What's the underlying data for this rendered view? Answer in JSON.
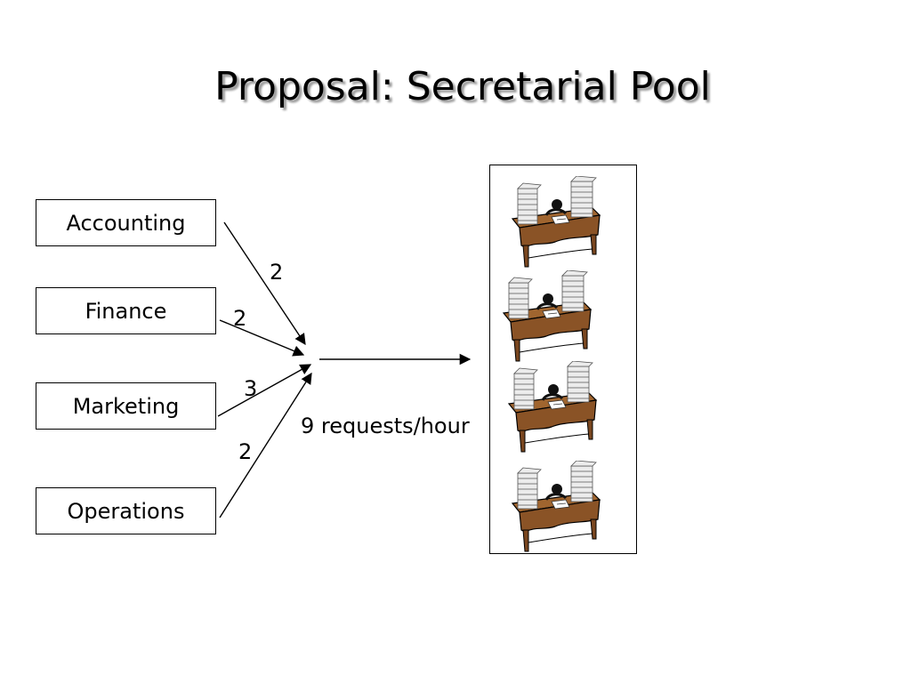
{
  "title": "Proposal: Secretarial Pool",
  "departments": [
    {
      "label": "Accounting",
      "requests": "2"
    },
    {
      "label": "Finance",
      "requests": "2"
    },
    {
      "label": "Marketing",
      "requests": "3"
    },
    {
      "label": "Operations",
      "requests": "2"
    }
  ],
  "total_rate": "9 requests/hour",
  "pool": {
    "secretary_count": 4,
    "icon": "secretary-desk-icon"
  },
  "colors": {
    "desk": "#a0652f",
    "desk_edge": "#000000",
    "paper": "#e9e9e9"
  }
}
